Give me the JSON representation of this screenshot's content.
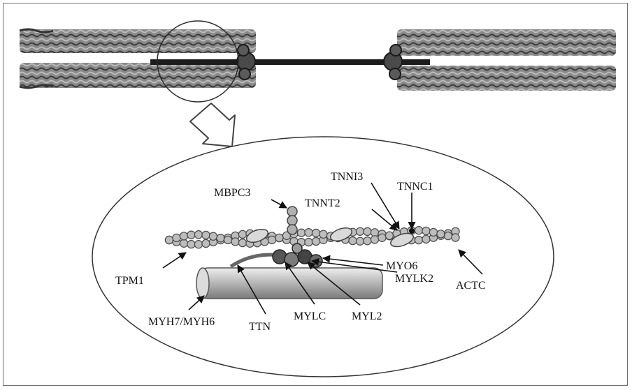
{
  "labels": {
    "mbpc3": "MBPC3",
    "tnni3": "TNNI3",
    "tnnc1": "TNNC1",
    "tnnt2": "TNNT2",
    "tpm1": "TPM1",
    "myo6": "MYO6",
    "mylk2": "MYLK2",
    "actc": "ACTC",
    "myh7_myh6": "MYH7/MYH6",
    "mylc": "MYLC",
    "myl2": "MYL2",
    "ttn": "TTN"
  }
}
